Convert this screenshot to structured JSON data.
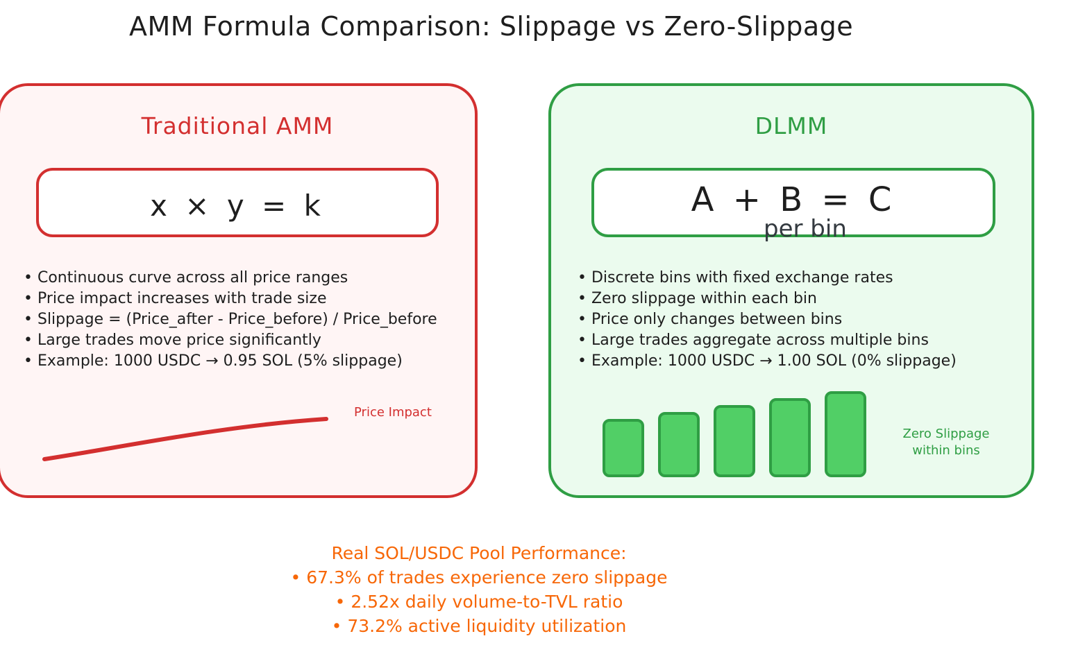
{
  "title": "AMM Formula Comparison: Slippage vs Zero-Slippage",
  "left_panel": {
    "title": "Traditional AMM",
    "formula": "x × y = k",
    "bullets": [
      "Continuous curve across all price ranges",
      "Price impact increases with trade size",
      "Slippage = (Price_after - Price_before) / Price_before",
      "Large trades move price significantly",
      "Example: 1000 USDC → 0.95 SOL (5% slippage)"
    ],
    "curve_label": "Price Impact",
    "colors": {
      "border": "#d32f2f",
      "fill": "#fff5f5"
    }
  },
  "right_panel": {
    "title": "DLMM",
    "formula": "A + B = C",
    "formula_sub": "per bin",
    "bullets": [
      "Discrete bins with fixed exchange rates",
      "Zero slippage within each bin",
      "Price only changes between bins",
      "Large trades aggregate across multiple bins",
      "Example: 1000 USDC → 1.00 SOL (0% slippage)"
    ],
    "bars_label_line1": "Zero Slippage",
    "bars_label_line2": "within bins",
    "colors": {
      "border": "#2f9e44",
      "fill": "#ebfbee",
      "bar": "#51cf66"
    }
  },
  "stats": {
    "heading": "Real SOL/USDC Pool Performance:",
    "items": [
      "• 67.3% of trades experience zero slippage",
      "• 2.52x daily volume-to-TVL ratio",
      "• 73.2% active liquidity utilization"
    ],
    "color": "#f76707"
  }
}
